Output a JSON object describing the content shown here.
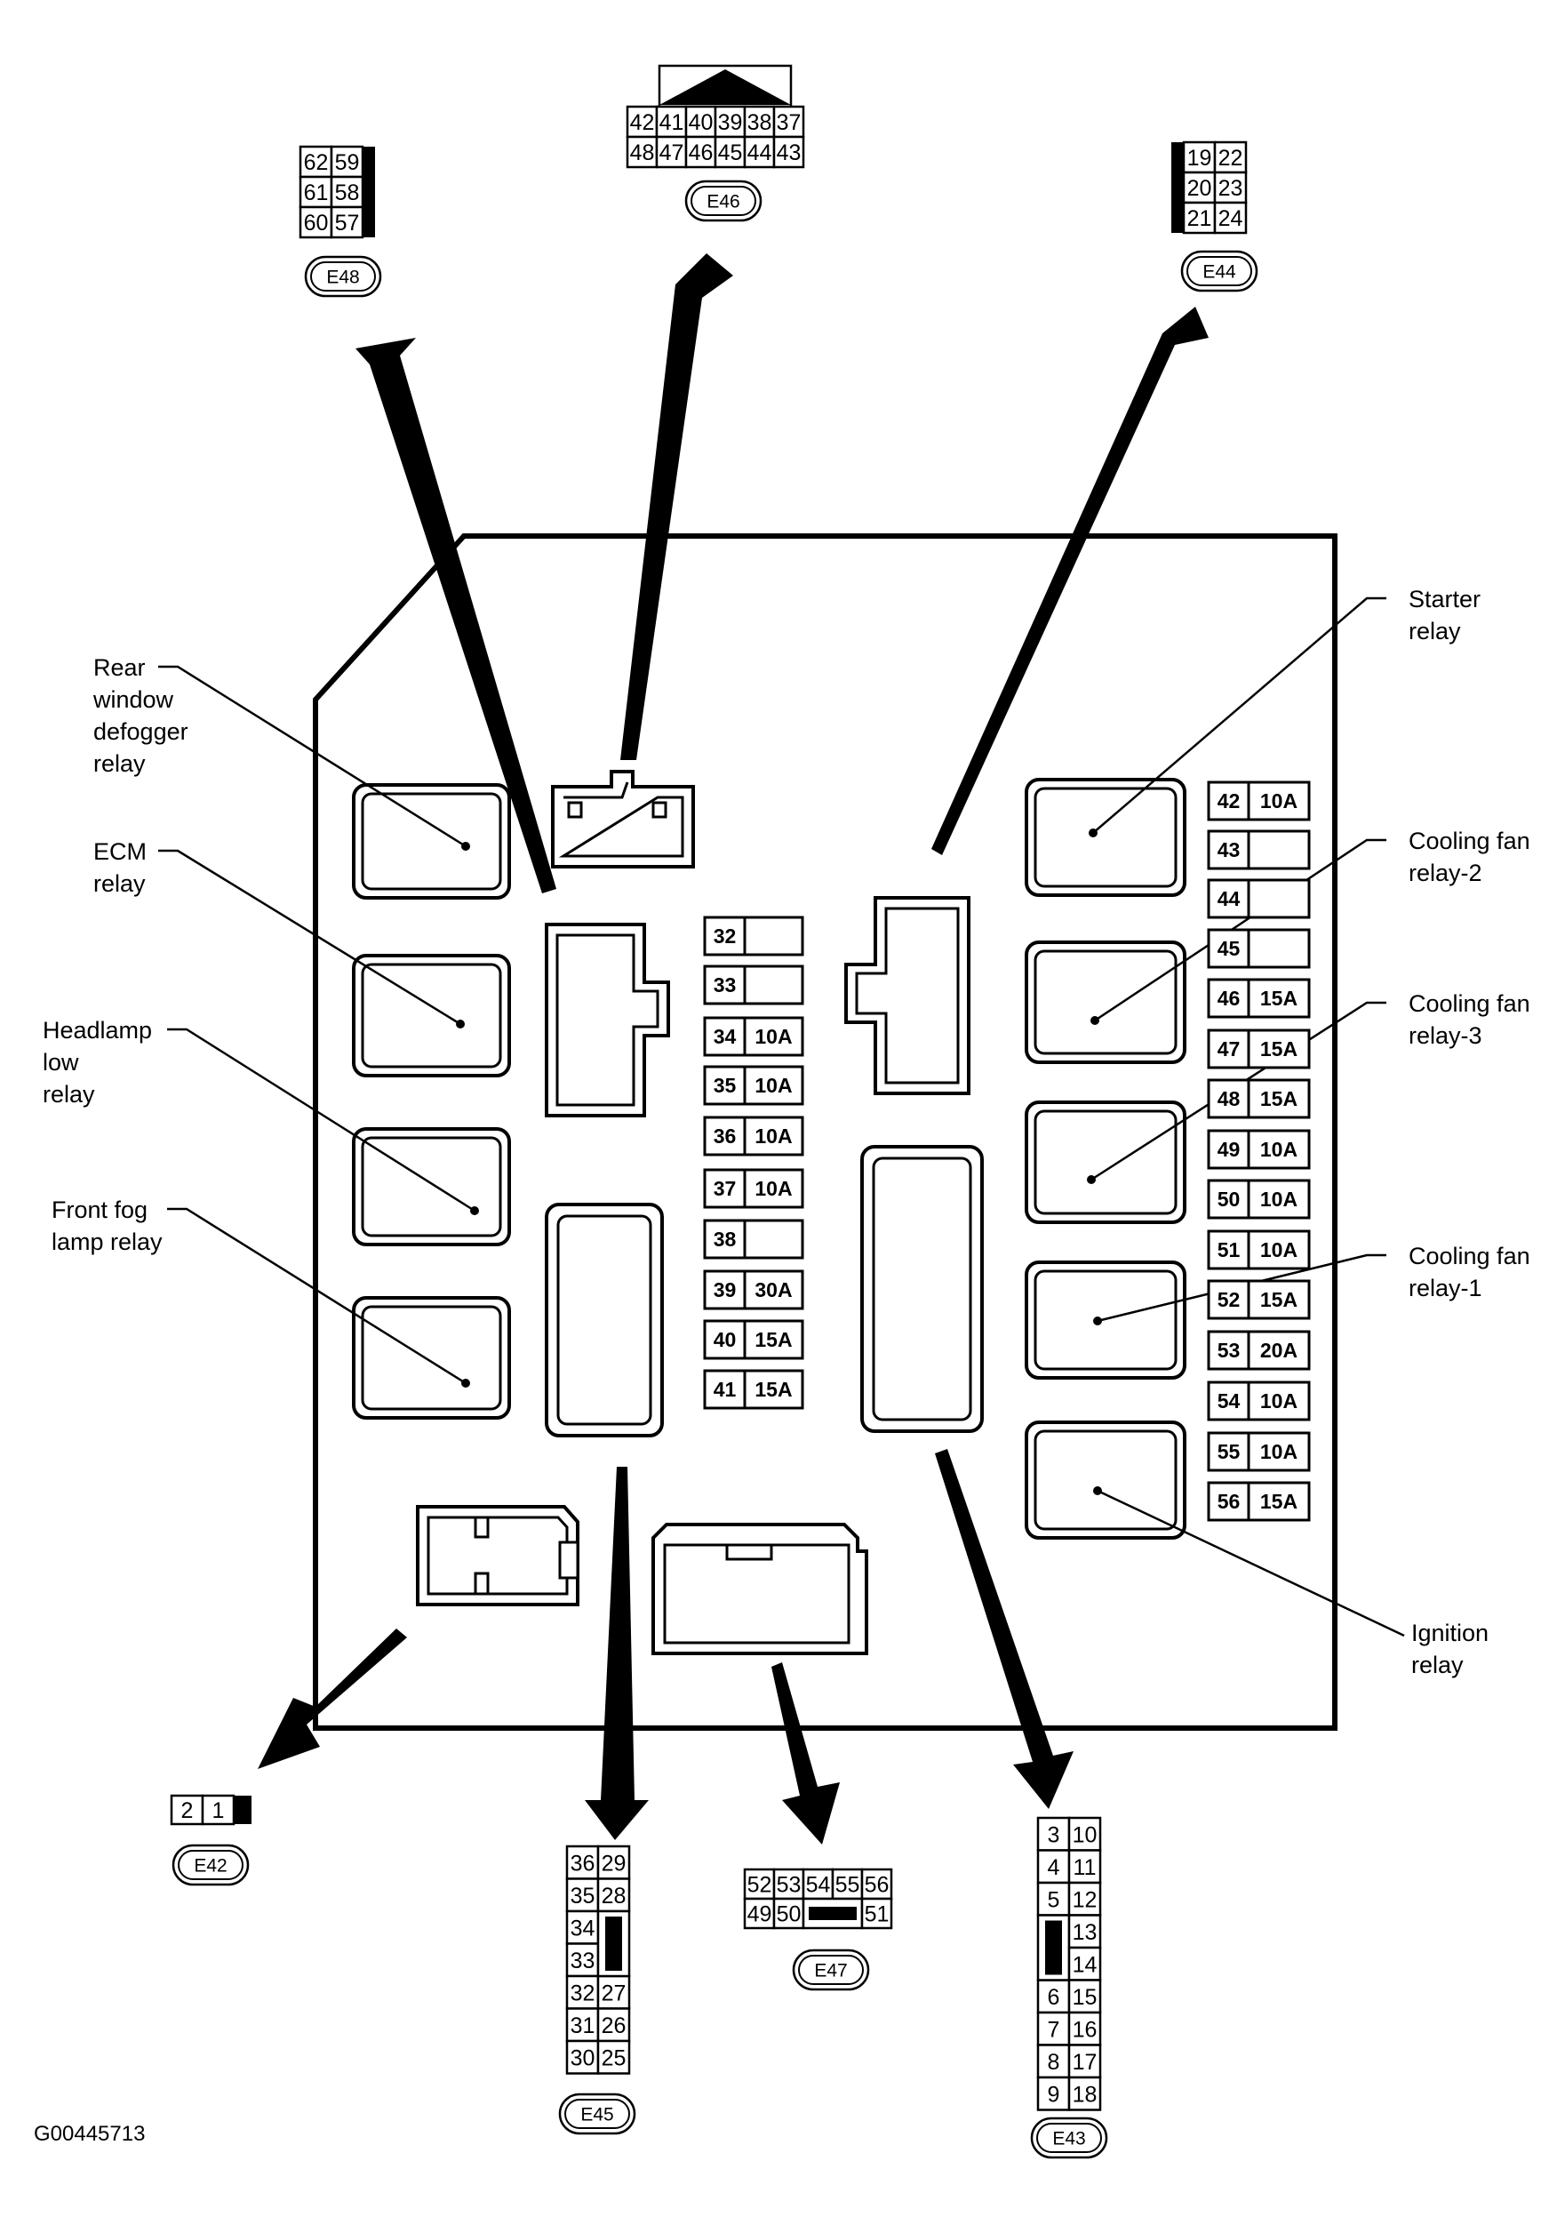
{
  "figure_code": "G00445713",
  "colors": {
    "ink": "#000000",
    "paper": "#ffffff"
  },
  "labels": {
    "rear_window_defogger_relay": [
      "Rear",
      "window",
      "defogger",
      "relay"
    ],
    "ecm_relay": [
      "ECM",
      "relay"
    ],
    "headlamp_low_relay": [
      "Headlamp",
      "low",
      "relay"
    ],
    "front_fog_lamp_relay": [
      "Front fog",
      "lamp relay"
    ],
    "starter_relay": [
      "Starter",
      "relay"
    ],
    "cooling_fan_relay_2": [
      "Cooling fan",
      "relay-2"
    ],
    "cooling_fan_relay_3": [
      "Cooling fan",
      "relay-3"
    ],
    "cooling_fan_relay_1": [
      "Cooling fan",
      "relay-1"
    ],
    "ignition_relay": [
      "Ignition",
      "relay"
    ]
  },
  "fuses_center": [
    {
      "num": "32",
      "amp": ""
    },
    {
      "num": "33",
      "amp": ""
    },
    {
      "num": "34",
      "amp": "10A"
    },
    {
      "num": "35",
      "amp": "10A"
    },
    {
      "num": "36",
      "amp": "10A"
    },
    {
      "num": "37",
      "amp": "10A"
    },
    {
      "num": "38",
      "amp": ""
    },
    {
      "num": "39",
      "amp": "30A"
    },
    {
      "num": "40",
      "amp": "15A"
    },
    {
      "num": "41",
      "amp": "15A"
    }
  ],
  "fuses_right": [
    {
      "num": "42",
      "amp": "10A"
    },
    {
      "num": "43",
      "amp": ""
    },
    {
      "num": "44",
      "amp": ""
    },
    {
      "num": "45",
      "amp": ""
    },
    {
      "num": "46",
      "amp": "15A"
    },
    {
      "num": "47",
      "amp": "15A"
    },
    {
      "num": "48",
      "amp": "15A"
    },
    {
      "num": "49",
      "amp": "10A"
    },
    {
      "num": "50",
      "amp": "10A"
    },
    {
      "num": "51",
      "amp": "10A"
    },
    {
      "num": "52",
      "amp": "15A"
    },
    {
      "num": "53",
      "amp": "20A"
    },
    {
      "num": "54",
      "amp": "10A"
    },
    {
      "num": "55",
      "amp": "10A"
    },
    {
      "num": "56",
      "amp": "15A"
    }
  ],
  "connectors": {
    "E48": {
      "id": "E48",
      "rows": [
        [
          "62",
          "59"
        ],
        [
          "61",
          "58"
        ],
        [
          "60",
          "57"
        ]
      ]
    },
    "E46": {
      "id": "E46",
      "rows": [
        [
          "42",
          "41",
          "40",
          "39",
          "38",
          "37"
        ],
        [
          "48",
          "47",
          "46",
          "45",
          "44",
          "43"
        ]
      ]
    },
    "E44": {
      "id": "E44",
      "rows": [
        [
          "19",
          "22"
        ],
        [
          "20",
          "23"
        ],
        [
          "21",
          "24"
        ]
      ]
    },
    "E42": {
      "id": "E42",
      "rows": [
        [
          "2",
          "1"
        ]
      ]
    },
    "E45": {
      "id": "E45",
      "left": [
        "36",
        "35",
        "34",
        "33",
        "32",
        "31",
        "30"
      ],
      "right": [
        "29",
        "28",
        "27",
        "26",
        "25"
      ]
    },
    "E47": {
      "id": "E47",
      "rows": [
        [
          "52",
          "53",
          "54",
          "55",
          "56"
        ],
        [
          "49",
          "50",
          "51"
        ]
      ]
    },
    "E43": {
      "id": "E43",
      "left": [
        "3",
        "4",
        "5",
        "6",
        "7",
        "8",
        "9"
      ],
      "right": [
        "10",
        "11",
        "12",
        "13",
        "14",
        "15",
        "16",
        "17",
        "18"
      ]
    }
  }
}
